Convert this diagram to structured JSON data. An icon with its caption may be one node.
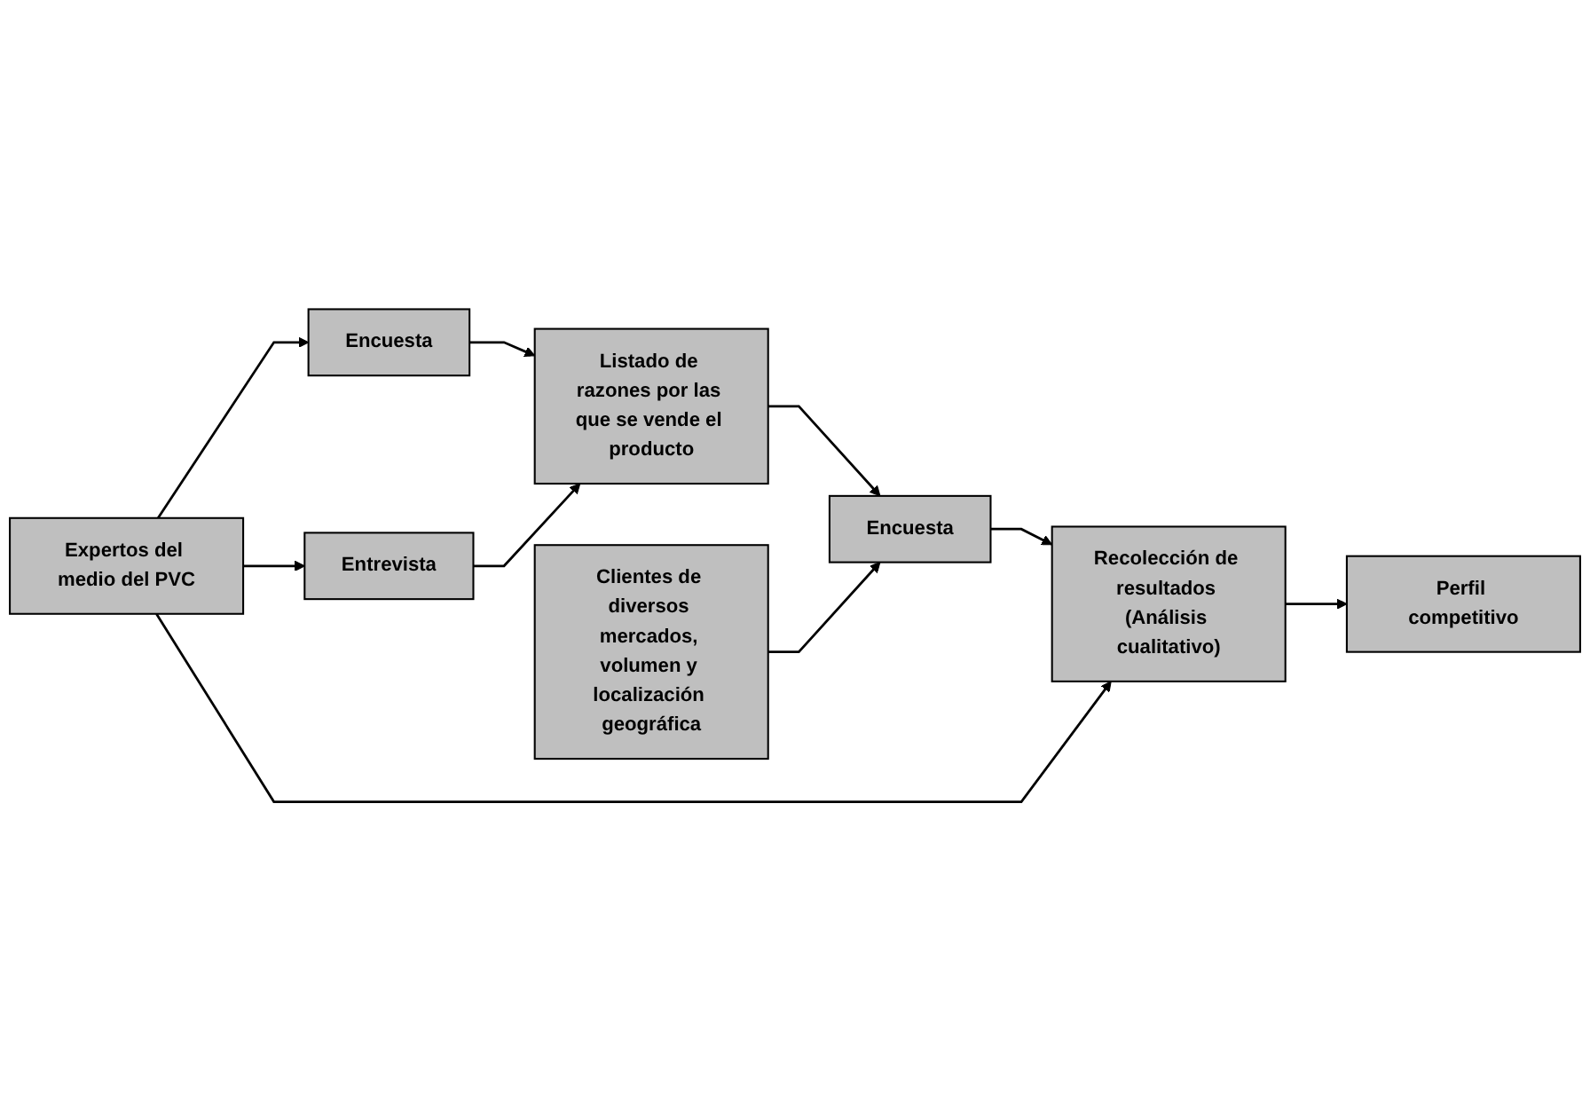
{
  "diagram": {
    "nodes": [
      {
        "text": [
          "Expertos del medio del PVC"
        ]
      },
      {
        "text": [
          "Encuesta"
        ]
      },
      {
        "text": [
          "Entrevista"
        ]
      },
      {
        "text": [
          "Listado de razones por las que se vende el producto"
        ]
      },
      {
        "text": [
          "Clientes de diversos mercados, volumen y localización geográfica"
        ]
      },
      {
        "text": [
          "Encuesta"
        ]
      },
      {
        "text": [
          "Recolección de resultados (Análisis cualitativo)"
        ]
      },
      {
        "text": [
          "Perfil competitivo"
        ]
      }
    ],
    "edges": [
      {
        "from": 0,
        "to": 1,
        "arrow": "to"
      },
      {
        "from": 0,
        "to": 2,
        "arrow": "to"
      },
      {
        "from": 1,
        "to": 3,
        "arrow": "to"
      },
      {
        "from": 2,
        "to": 3,
        "arrow": "to"
      },
      {
        "from": 3,
        "to": 5,
        "arrow": "to"
      },
      {
        "from": 4,
        "to": 5,
        "arrow": "to"
      },
      {
        "from": 5,
        "to": 6,
        "arrow": "to"
      },
      {
        "from": 6,
        "to": 7,
        "arrow": "to"
      },
      {
        "from": 0,
        "to": 6,
        "arrow": "to"
      }
    ]
  }
}
